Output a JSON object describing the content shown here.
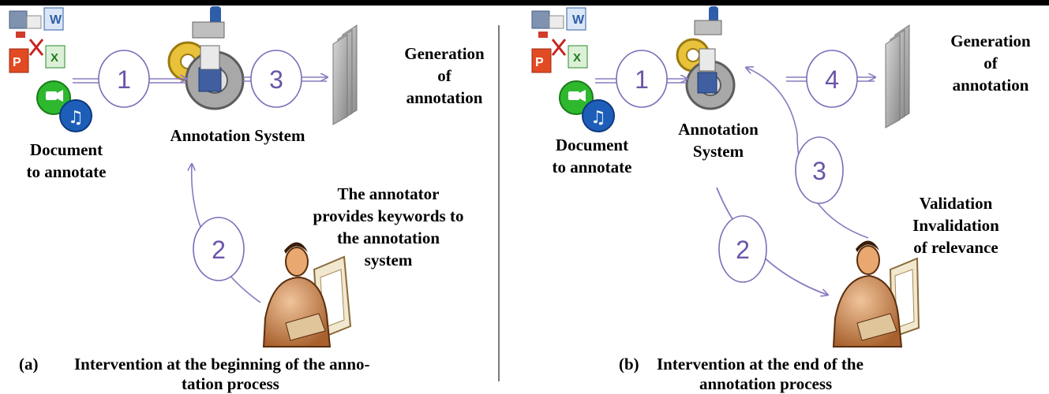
{
  "panel_a": {
    "document_label": [
      "Document",
      "to annotate"
    ],
    "system_label": "Annotation System",
    "generation_label": [
      "Generation",
      "of",
      "annotation"
    ],
    "annotator_label": [
      "The annotator",
      "provides keywords to",
      "the annotation",
      "system"
    ],
    "steps": [
      "1",
      "2",
      "3"
    ],
    "caption_tag": "(a)",
    "caption_lines": [
      "Intervention at the beginning of the anno-",
      "tation process"
    ]
  },
  "panel_b": {
    "document_label": [
      "Document",
      "to annotate"
    ],
    "system_label": [
      "Annotation",
      "System"
    ],
    "generation_label": [
      "Generation",
      "of",
      "annotation"
    ],
    "validation_label": [
      "Validation",
      "Invalidation",
      "of relevance"
    ],
    "steps": [
      "1",
      "2",
      "3",
      "4"
    ],
    "caption_tag": "(b)",
    "caption_lines": [
      "Intervention at the end of the",
      "annotation process"
    ]
  },
  "colors": {
    "step_circle": "#7d6bb8",
    "arrow": "#8a7ac0",
    "divider": "#7a7a7a"
  },
  "icons": [
    "document-files-icon",
    "annotation-system-gear-icon",
    "annotation-pages-icon",
    "annotator-person-icon"
  ]
}
